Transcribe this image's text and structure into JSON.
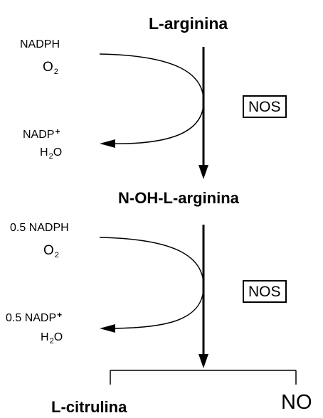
{
  "compounds": {
    "substrate": "L-arginina",
    "intermediate": "N-OH-L-arginina",
    "product_1": "L-citrulina",
    "product_2": "NO"
  },
  "step1": {
    "input_1": "NADPH",
    "input_2": {
      "base": "O",
      "sub": "2"
    },
    "output_1": {
      "base": "NADP",
      "sup": "+"
    },
    "output_2": {
      "pre": "H",
      "sub": "2",
      "post": "O"
    },
    "enzyme": "NOS"
  },
  "step2": {
    "input_1": "0.5 NADPH",
    "input_2": {
      "base": "O",
      "sub": "2"
    },
    "output_1": {
      "base": "0.5 NADP",
      "sup": "+"
    },
    "output_2": {
      "pre": "H",
      "sub": "2",
      "post": "O"
    },
    "enzyme": "NOS"
  },
  "colors": {
    "ink": "#000000",
    "background": "#ffffff"
  }
}
